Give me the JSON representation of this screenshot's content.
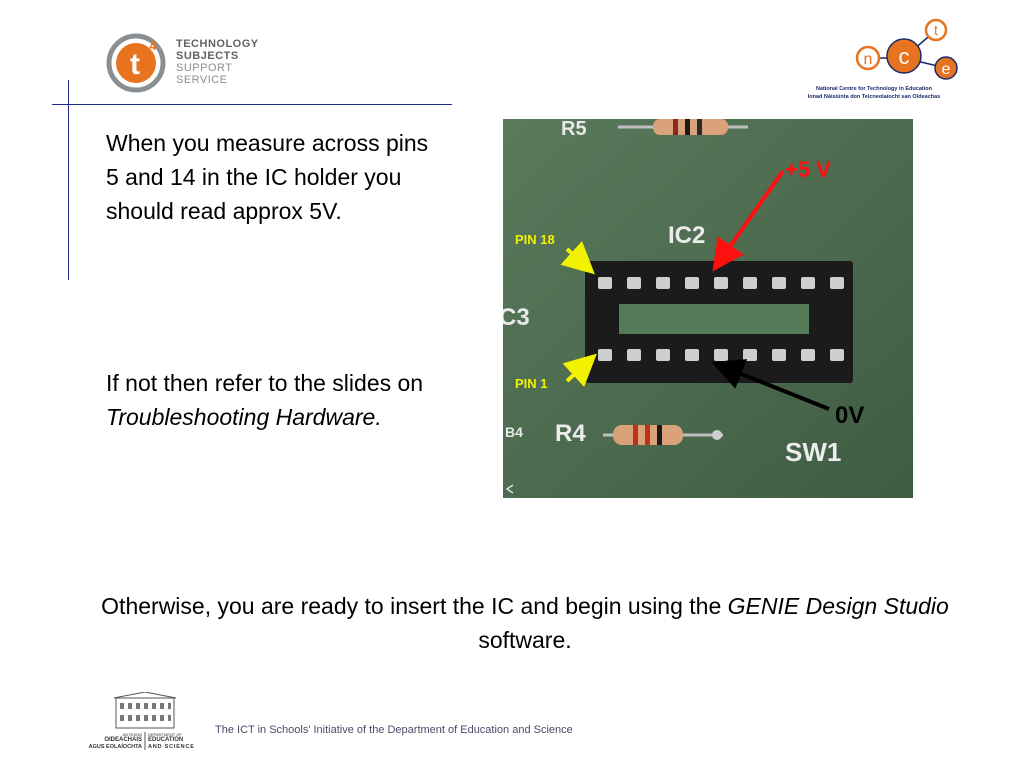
{
  "header": {
    "t4_logo": {
      "mark": "t",
      "sup": "4",
      "lines": [
        "TECHNOLOGY",
        "SUBJECTS",
        "SUPPORT",
        "SERVICE"
      ]
    },
    "ncte_logo": {
      "letters": [
        "n",
        "c",
        "t",
        "e"
      ],
      "caption_line1": "National Centre for Technology in Education",
      "caption_line2": "Ionad Náisiúnta don Teicneolaíocht san Oideachas"
    }
  },
  "content": {
    "para1": "When you measure across pins 5 and 14 in the IC holder you should read approx 5V.",
    "para2": {
      "prefix": "If not then refer to the slides on ",
      "italic": "Troubleshooting Hardware",
      "suffix": "."
    },
    "para3": {
      "prefix": "Otherwise, you are ready to insert the IC and begin using the ",
      "italic": "GENIE Design Studio",
      "suffix": " software."
    }
  },
  "photo": {
    "labels": {
      "r5": "R5",
      "ic2": "IC2",
      "c3": "C3",
      "b4": "B4",
      "r4": "R4",
      "sw1": "SW1",
      "pin18": "PIN 18",
      "pin1": "PIN 1",
      "plus5v": "+5 V",
      "zero_v": "0V"
    },
    "colors": {
      "board": "#4e6b4f",
      "socket": "#1b1b1b",
      "pin": "#d0d0d0",
      "red_arrow": "#ff1010",
      "yellow_arrow": "#f2f200",
      "black_arrow": "#000000"
    }
  },
  "footer": {
    "dept_logo_lines": [
      "AN ROINN",
      "OIDEACHAIS",
      "AGUS EOLAÍOCHTA",
      "DEPARTMENT OF",
      "EDUCATION",
      "AND SCIENCE"
    ],
    "text": "The ICT in Schools' Initiative of the Department of Education and Science"
  }
}
